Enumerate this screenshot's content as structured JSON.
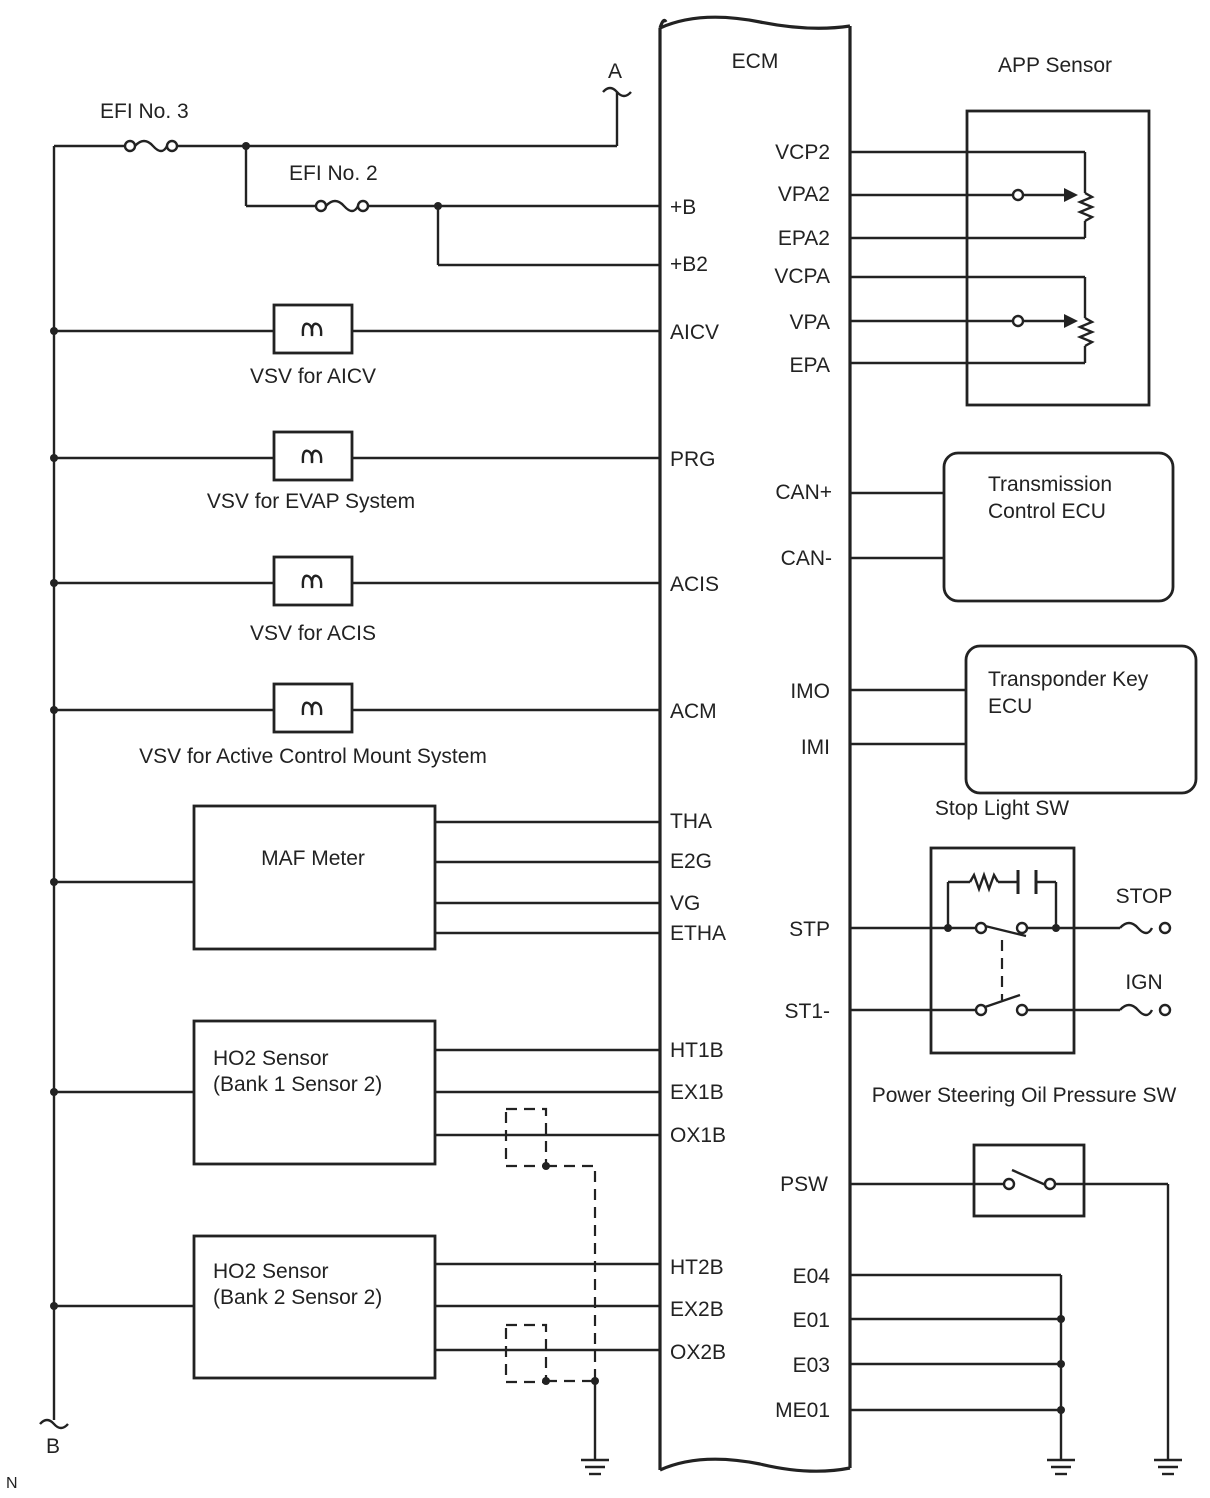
{
  "connectors": {
    "a": "A",
    "b": "B"
  },
  "corner_mark": "N",
  "fuses": {
    "efi3": "EFI No. 3",
    "efi2": "EFI No. 2"
  },
  "ecm": {
    "title": "ECM",
    "left_pins": {
      "b": "+B",
      "b2": "+B2",
      "aicv": "AICV",
      "prg": "PRG",
      "acis": "ACIS",
      "acm": "ACM",
      "tha": "THA",
      "e2g": "E2G",
      "vg": "VG",
      "etha": "ETHA",
      "ht1b": "HT1B",
      "ex1b": "EX1B",
      "ox1b": "OX1B",
      "ht2b": "HT2B",
      "ex2b": "EX2B",
      "ox2b": "OX2B"
    },
    "right_pins": {
      "vcp2": "VCP2",
      "vpa2": "VPA2",
      "epa2": "EPA2",
      "vcpa": "VCPA",
      "vpa": "VPA",
      "epa": "EPA",
      "can_plus": "CAN+",
      "can_minus": "CAN-",
      "imo": "IMO",
      "imi": "IMI",
      "stp": "STP",
      "st1": "ST1-",
      "psw": "PSW",
      "e04": "E04",
      "e01": "E01",
      "e03": "E03",
      "me01": "ME01"
    }
  },
  "components": {
    "vsv_aicv": "VSV for AICV",
    "vsv_evap": "VSV for EVAP System",
    "vsv_acis": "VSV for ACIS",
    "vsv_acm": "VSV for Active Control Mount System",
    "maf": "MAF Meter",
    "ho2_b1": {
      "line1": "HO2 Sensor",
      "line2": "(Bank 1 Sensor 2)"
    },
    "ho2_b2": {
      "line1": "HO2 Sensor",
      "line2": "(Bank 2 Sensor 2)"
    },
    "app_sensor": "APP Sensor",
    "tcu": {
      "line1": "Transmission",
      "line2": "Control ECU"
    },
    "tkey": {
      "line1": "Transponder Key",
      "line2": "ECU"
    },
    "stop_sw": "Stop Light SW",
    "stop": "STOP",
    "ign": "IGN",
    "ps_sw": "Power Steering Oil Pressure SW"
  },
  "icons": [
    "fuse-icon",
    "solenoid-icon",
    "potentiometer-icon",
    "switch-icon",
    "ground-icon"
  ]
}
